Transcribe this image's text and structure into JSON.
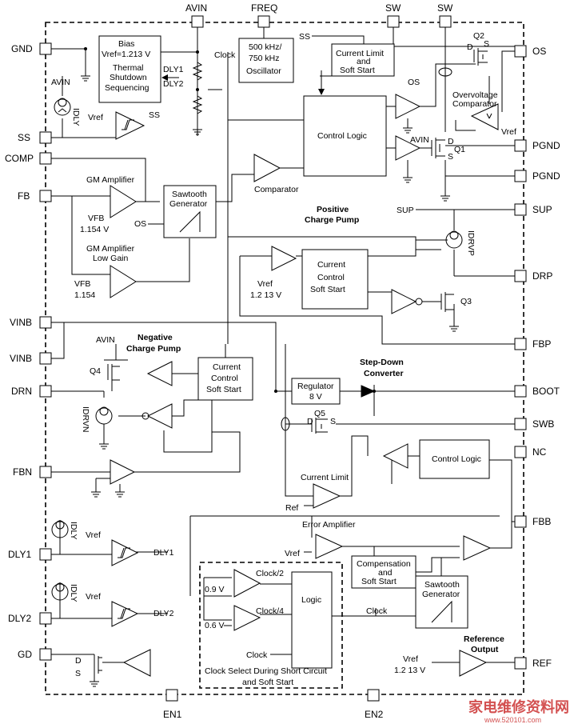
{
  "pins": {
    "avin": "AVIN",
    "freq": "FREQ",
    "sw1": "SW",
    "sw2": "SW",
    "gnd": "GND",
    "ss": "SS",
    "comp": "COMP",
    "fb": "FB",
    "vinb1": "VINB",
    "vinb2": "VINB",
    "drn": "DRN",
    "fbn": "FBN",
    "dly1": "DLY1",
    "dly2": "DLY2",
    "gd": "GD",
    "os": "OS",
    "pgnd1": "PGND",
    "pgnd2": "PGND",
    "sup": "SUP",
    "drp": "DRP",
    "fbp": "FBP",
    "boot": "BOOT",
    "swb": "SWB",
    "nc": "NC",
    "fbb": "FBB",
    "ref": "REF",
    "en1": "EN1",
    "en2": "EN2"
  },
  "blocks": {
    "bias": [
      "Bias",
      "Vref=1.213 V",
      "Thermal",
      "Shutdown",
      "Sequencing"
    ],
    "oscillator": [
      "500 kHz/",
      "750 kHz",
      "Oscillator"
    ],
    "current_limit_top": [
      "Current Limit",
      "and",
      "Soft Start"
    ],
    "control_logic_main": "Control Logic",
    "sawtooth": [
      "Sawtooth",
      "Generator"
    ],
    "pos_ccss": [
      "Current",
      "Control",
      "Soft Start"
    ],
    "neg_ccss": [
      "Current",
      "Control",
      "Soft Start"
    ],
    "regulator": [
      "Regulator",
      "8 V"
    ],
    "control_logic_buck": "Control Logic",
    "compensation": [
      "Compensation",
      "and",
      "Soft Start"
    ],
    "sawtooth_buck": [
      "Sawtooth",
      "Generator"
    ],
    "logic": "Logic"
  },
  "labels": {
    "dly1_sig": "DLY1",
    "dly2_sig": "DLY2",
    "clock_top": "Clock",
    "ss_sig": "SS",
    "q2": "Q2",
    "d": "D",
    "s": "S",
    "os_sig": "OS",
    "overvoltage": [
      "Overvoltage",
      "Comparator"
    ],
    "vref": "Vref",
    "avin_sig": "AVIN",
    "q1": "Q1",
    "comparator": "Comparator",
    "gm_amp": "GM Amplifier",
    "vfb": [
      "VFB",
      "1.154 V"
    ],
    "gm_low": [
      "GM Amplifier",
      "Low Gain"
    ],
    "vfb2": [
      "VFB",
      "1.154"
    ],
    "os_saw": "OS",
    "pcp": [
      "Positive",
      "Charge Pump"
    ],
    "sup_sig": "SUP",
    "idrvp": "IDRVP",
    "vref_pos": [
      "Vref",
      "1.2 13 V"
    ],
    "q3": "Q3",
    "ncp": [
      "Negative",
      "Charge Pump"
    ],
    "q4": "Q4",
    "idrvn": "IDRVN",
    "step_down": [
      "Step-Down",
      "Converter"
    ],
    "q5": "Q5",
    "current_limit": "Current Limit",
    "ref_sig": "Ref",
    "error_amp": "Error Amplifier",
    "idly": "IDLY",
    "clk2": "Clock/2",
    "clk4": "Clock/4",
    "v09": "0.9 V",
    "v06": "0.6 V",
    "clock_mid": "Clock",
    "clock_bot": "Clock",
    "clock_select": [
      "Clock Select During Short Circuit",
      "and Soft Start"
    ],
    "ref_out": [
      "Reference",
      "Output"
    ],
    "vref_ref": [
      "Vref",
      "1.2 13 V"
    ]
  },
  "watermark": {
    "main": "家电维修资料网",
    "url": "www.520101.com"
  }
}
